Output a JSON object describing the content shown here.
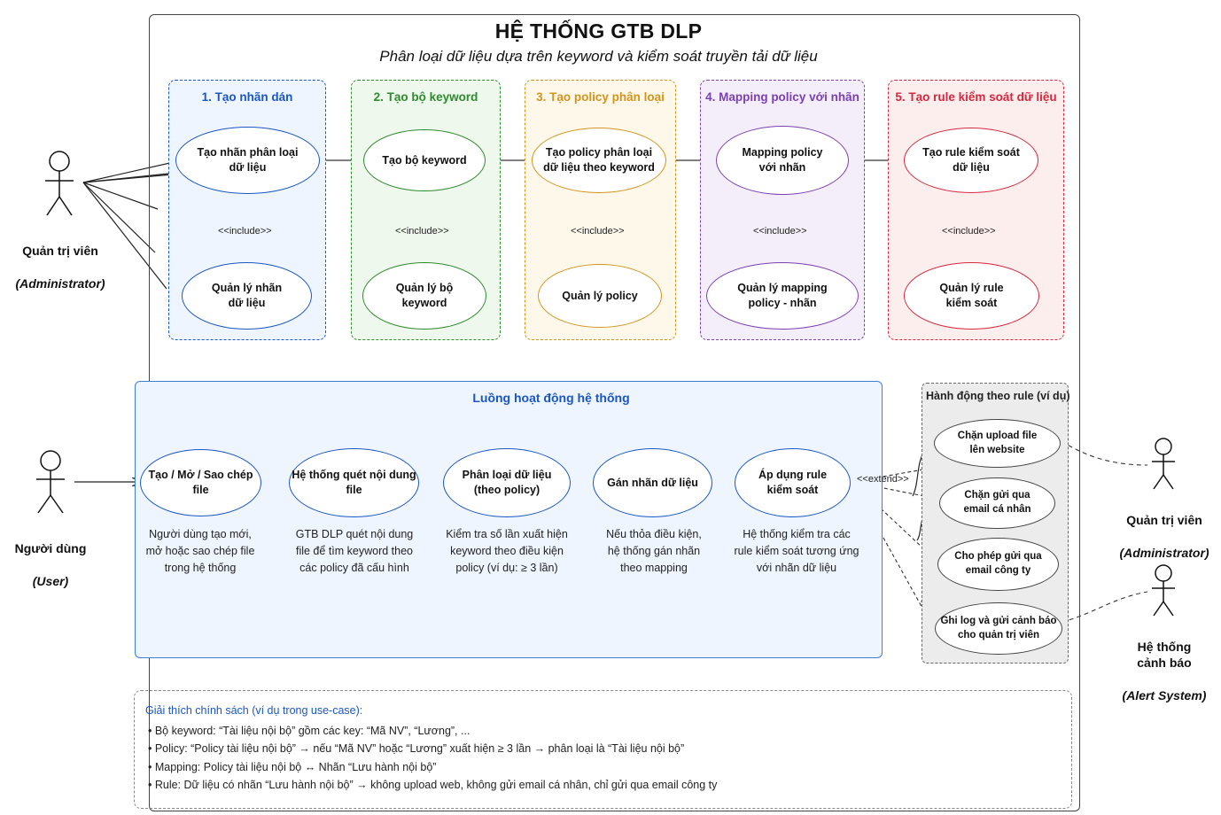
{
  "title": "HỆ THỐNG GTB DLP",
  "subtitle": "Phân loại dữ liệu dựa trên keyword và kiểm soát truyền tải dữ liệu",
  "include_label": "<<include>>",
  "extend_label": "<<extend>>",
  "actors": {
    "admin_left": {
      "name": "Quản trị viên",
      "role": "(Administrator)"
    },
    "user": {
      "name": "Người dùng",
      "role": "(User)"
    },
    "admin_right": {
      "name": "Quản trị viên",
      "role": "(Administrator)"
    },
    "alert": {
      "name": "Hệ thống\ncảnh báo",
      "role": "(Alert System)"
    }
  },
  "groups": [
    {
      "title": "1. Tạo nhãn dán",
      "color": "#1a56c4",
      "bg": "#eef5fe",
      "top_uc": "Tạo nhãn phân loại\ndữ liệu",
      "bottom_uc": "Quản lý nhãn\ndữ liệu"
    },
    {
      "title": "2. Tạo bộ keyword",
      "color": "#2e8b2e",
      "bg": "#eff8ec",
      "top_uc": "Tạo bộ keyword",
      "bottom_uc": "Quản lý bộ\nkeyword"
    },
    {
      "title": "3. Tạo policy phân loại",
      "color": "#d4941c",
      "bg": "#fef8ea",
      "top_uc": "Tạo policy phân loại\ndữ liệu theo keyword",
      "bottom_uc": "Quản lý policy"
    },
    {
      "title": "4. Mapping policy với nhãn",
      "color": "#7b3fb5",
      "bg": "#f4eefa",
      "top_uc": "Mapping policy\nvới nhãn",
      "bottom_uc": "Quản lý mapping\npolicy - nhãn"
    },
    {
      "title": "5. Tạo rule kiểm soát dữ liệu",
      "color": "#d7263d",
      "bg": "#fdeeee",
      "top_uc": "Tạo rule kiểm soát\ndữ liệu",
      "bottom_uc": "Quản lý rule\nkiểm soát"
    }
  ],
  "flow": {
    "title": "Luồng hoạt động hệ thống",
    "steps": [
      {
        "label": "Tạo / Mở / Sao chép\nfile",
        "desc": "Người dùng tạo mới,\nmở hoặc sao chép file\ntrong hệ thống"
      },
      {
        "label": "Hệ thống quét nội dung\nfile",
        "desc": "GTB DLP quét nội dung\nfile để tìm keyword theo\ncác policy đã cấu hình"
      },
      {
        "label": "Phân loại dữ liệu\n(theo policy)",
        "desc": "Kiểm tra số lần xuất hiện\nkeyword theo điều kiện\npolicy (ví dụ: ≥ 3 lần)"
      },
      {
        "label": "Gán nhãn dữ liệu",
        "desc": "Nếu thỏa điều kiện,\nhệ thống gán nhãn\ntheo mapping"
      },
      {
        "label": "Áp dụng rule\nkiểm soát",
        "desc": "Hệ thống kiểm tra các\nrule kiểm soát tương ứng\nvới nhãn dữ liệu"
      }
    ]
  },
  "actions": {
    "title": "Hành động theo rule (ví dụ)",
    "items": [
      "Chặn upload file\nlên website",
      "Chặn gửi qua\nemail cá nhân",
      "Cho phép gửi qua\nemail công ty",
      "Ghi log và gửi cảnh báo\ncho quản trị viên"
    ]
  },
  "notes": {
    "title": "Giải thích chính sách (ví dụ trong use-case):",
    "lines": [
      "• Bộ keyword: “Tài liệu nội bộ” gồm các key: “Mã NV”, “Lương”, ...",
      "• Policy: “Policy tài liệu nội bộ” → nếu “Mã NV” hoặc “Lương” xuất hiện ≥ 3 lần → phân loại là “Tài liệu nội bộ”",
      "• Mapping: Policy tài liệu nội bộ ↔ Nhãn “Lưu hành nội bộ”",
      "• Rule: Dữ liệu có nhãn “Lưu hành nội bộ” → không upload web, không gửi email cá nhân, chỉ gửi qua email công ty"
    ]
  }
}
